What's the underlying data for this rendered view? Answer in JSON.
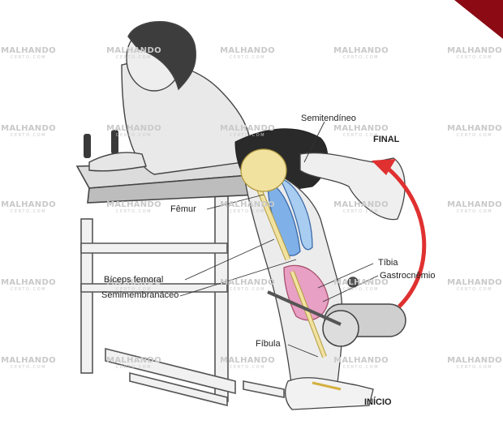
{
  "labels": {
    "semitendineo": "Semitendíneo",
    "femur": "Fêmur",
    "biceps_femoral": "Bíceps femoral",
    "semimembranaceo": "Semimembranáceo",
    "tibia": "Tíbia",
    "gastrocnemio": "Gastrocnêmio",
    "fibula": "Fíbula"
  },
  "phases": {
    "final": "FINAL",
    "inicio": "INÍCIO"
  },
  "watermark": {
    "main": "MALHANDO",
    "sub": "CERTO.COM"
  },
  "colors": {
    "muscle_red": "#e8a0c4",
    "muscle_blue": "#7fb0e8",
    "bone": "#f2e2a0",
    "arrow": "#e03030",
    "corner_ribbon": "#8b0a14"
  },
  "icons": {
    "motion_arrow": "curved-arrow-up",
    "illustration": "leg-curl-hamstring-anatomy"
  }
}
